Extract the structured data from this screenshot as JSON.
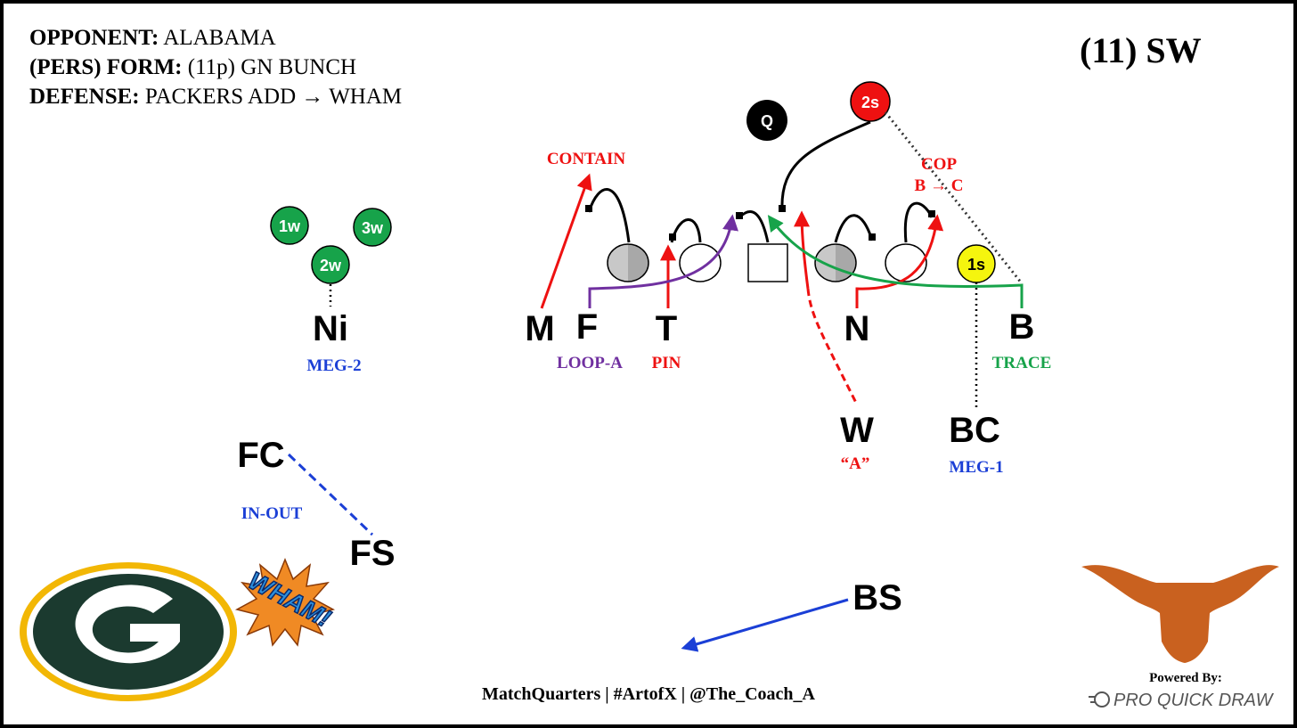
{
  "header": {
    "opponent_label": "OPPONENT:",
    "opponent_value": "ALABAMA",
    "form_label": "(PERS) FORM:",
    "form_value": "(11p) GN BUNCH",
    "defense_label": "DEFENSE:",
    "defense_value": "PACKERS ADD → WHAM",
    "play_code": "(11) SW"
  },
  "offense": {
    "quarterback": "Q",
    "receivers_left": [
      "1w",
      "3w",
      "2w"
    ],
    "receiver_right": "1s",
    "slot_right": "2s"
  },
  "defenders": {
    "ni": "Ni",
    "m": "M",
    "f": "F",
    "t": "T",
    "n": "N",
    "b": "B",
    "w": "W",
    "bc": "BC",
    "fc": "FC",
    "fs": "FS",
    "bs": "BS"
  },
  "assignments": {
    "ni": "MEG-2",
    "m": "CONTAIN",
    "f": "LOOP-A",
    "t": "PIN",
    "w": "“A”",
    "bc": "MEG-1",
    "b": "TRACE",
    "cop_line1": "COP",
    "cop_line2": "B → C",
    "fc_fs": "IN-OUT"
  },
  "logos": {
    "left": "green-bay-packers-g-logo",
    "burst": "WHAM!",
    "right": "texas-longhorn-logo",
    "powered_by": "Powered By:",
    "brand": "PRO QUICK DRAW"
  },
  "footer": {
    "credit": "MatchQuarters | #ArtofX | @The_Coach_A"
  },
  "colors": {
    "red": "#ee1111",
    "purple": "#7030a0",
    "green": "#17a34a",
    "blue": "#1b3fd6",
    "packers_green": "#1b3a2f",
    "packers_gold": "#f2b705",
    "texas_orange": "#c9611f",
    "wham_blue": "#2d8fdc",
    "wham_orange": "#f08a24",
    "receiver_yellow": "#f5f50e"
  }
}
